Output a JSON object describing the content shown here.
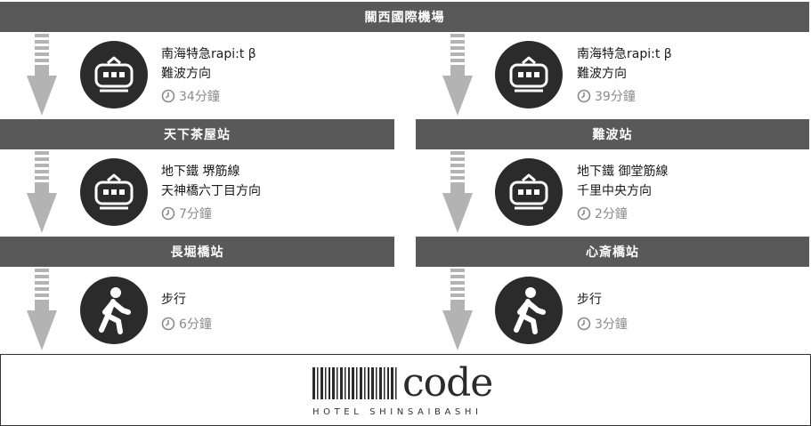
{
  "stations": {
    "top": "關西國際機場",
    "left_mid": "天下茶屋站",
    "right_mid": "難波站",
    "left_low": "長堀橋站",
    "right_low": "心斎橋站"
  },
  "legs": {
    "left1": {
      "line1": "南海特急rapi:t β",
      "line2": "難波方向",
      "time": "34分鐘",
      "icon": "train-icon"
    },
    "right1": {
      "line1": "南海特急rapi:t β",
      "line2": "難波方向",
      "time": "39分鐘",
      "icon": "train-icon"
    },
    "left2": {
      "line1": "地下鐵 堺筋線",
      "line2": "天神橋六丁目方向",
      "time": "7分鐘",
      "icon": "train-icon"
    },
    "right2": {
      "line1": "地下鐵 御堂筋線",
      "line2": "千里中央方向",
      "time": "2分鐘",
      "icon": "train-icon"
    },
    "left3": {
      "line1": "步行",
      "line2": "",
      "time": "6分鐘",
      "icon": "walking-person-icon"
    },
    "right3": {
      "line1": "步行",
      "line2": "",
      "time": "3分鐘",
      "icon": "walking-person-icon"
    }
  },
  "hotel": {
    "logo_word": "code",
    "logo_sub": "HOTEL SHINSAIBASHI"
  },
  "colors": {
    "bar": "#595959",
    "arrow": "#b3b3b3",
    "icon_bg": "#2b2b2b",
    "time_text": "#8a8a8a"
  }
}
